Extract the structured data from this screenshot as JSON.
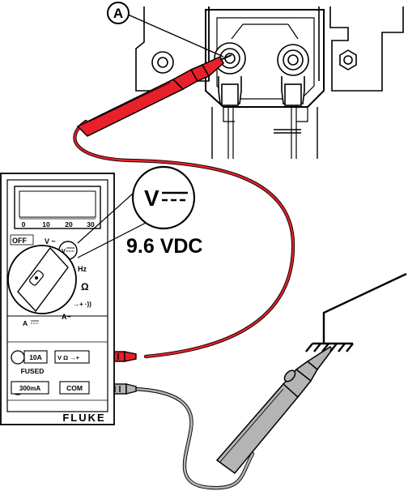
{
  "callout": {
    "letter": "A"
  },
  "meter": {
    "brand": "FLUKE",
    "scale_ticks": [
      "0",
      "10",
      "20",
      "30"
    ],
    "off_label": "OFF",
    "v_ac_label": "V ~",
    "v_dc_label": "V",
    "hz_label": "Hz",
    "ohm_label": "Ω",
    "diode_label": "→+ ·))",
    "a_ac_label": "A~",
    "a_dc_label": "A",
    "jack_10a": "10A",
    "fused_label": "FUSED",
    "jack_300ma": "300mA",
    "jack_com": "COM",
    "jack_v": "V Ω →+"
  },
  "zoom": {
    "symbol": "V"
  },
  "reading": {
    "text": "9.6 VDC"
  },
  "colors": {
    "red_lead": "#e8202a",
    "black_lead": "#b4b4b4",
    "meter_body": "#ffffff"
  }
}
